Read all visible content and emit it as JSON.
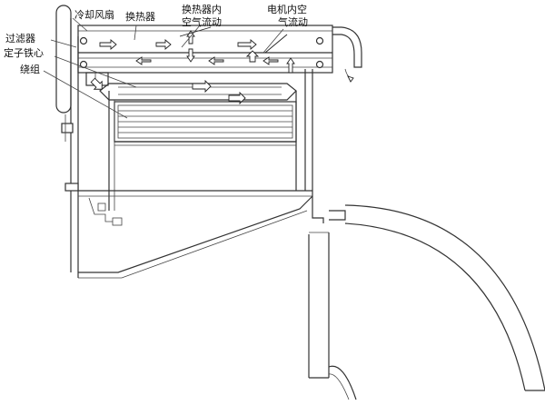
{
  "labels": {
    "cooling_fan": "冷却风扇",
    "heat_exchanger": "换热器",
    "hx_internal_flow_line1": "换热器内",
    "hx_internal_flow_line2": "空气流动",
    "motor_internal_flow_line1": "电机内空",
    "motor_internal_flow_line2": "气流动",
    "filter": "过滤器",
    "stator_core": "定子铁心",
    "winding": "绕组"
  }
}
